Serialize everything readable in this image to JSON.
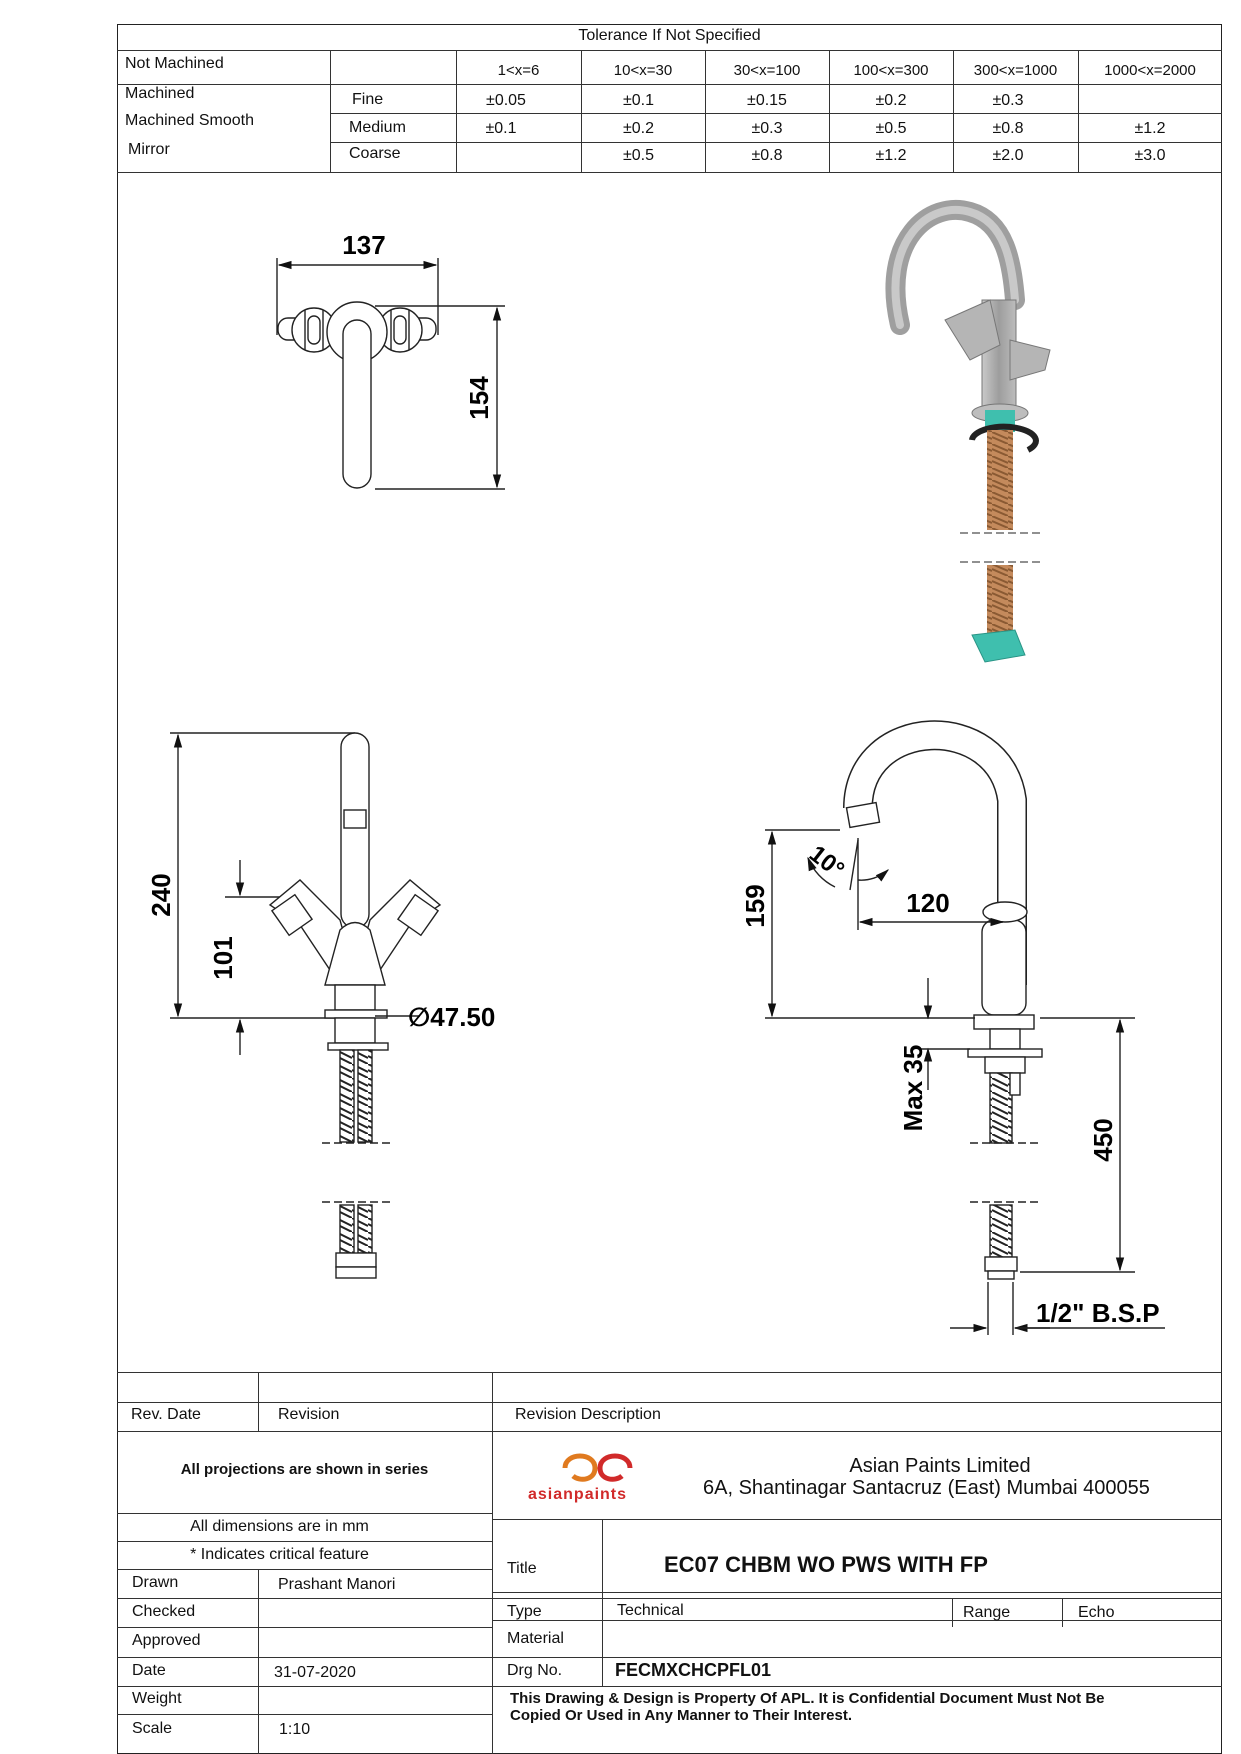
{
  "tolerance": {
    "title": "Tolerance If Not Specified",
    "row_labels": [
      "Not Machined",
      "Machined",
      "Machined Smooth",
      "Mirror"
    ],
    "grade_labels": [
      "Fine",
      "Medium",
      "Coarse"
    ],
    "ranges": [
      "1<x=6",
      "10<x=30",
      "30<x=100",
      "100<x=300",
      "300<x=1000",
      "1000<x=2000"
    ],
    "fine": [
      "±0.05",
      "±0.1",
      "±0.15",
      "±0.2",
      "±0.3",
      ""
    ],
    "medium": [
      "±0.1",
      "±0.2",
      "±0.3",
      "±0.5",
      "±0.8",
      "±1.2"
    ],
    "coarse": [
      "",
      "±0.5",
      "±0.8",
      "±1.2",
      "±2.0",
      "±3.0"
    ]
  },
  "dimensions": {
    "top_width": "137",
    "top_depth": "154",
    "front_height": "240",
    "front_handle": "101",
    "base_dia": "∅47.50",
    "side_height": "159",
    "side_reach": "120",
    "spout_angle": "10°",
    "max_thickness": "Max 35",
    "hose_length": "450",
    "thread": "1/2\" B.S.P"
  },
  "title_block": {
    "rev_date_label": "Rev. Date",
    "revision_label": "Revision",
    "revision_desc_label": "Revision Description",
    "projections_note": "All projections are shown in series",
    "dims_note": "All dimensions are in mm",
    "critical_note": "* Indicates critical feature",
    "company_name": "Asian Paints Limited",
    "company_address": "6A, Shantinagar Santacruz (East) Mumbai 400055",
    "logo_text": "asianpaints",
    "drawn_label": "Drawn",
    "drawn_value": "Prashant Manori",
    "checked_label": "Checked",
    "approved_label": "Approved",
    "date_label": "Date",
    "date_value": "31-07-2020",
    "weight_label": "Weight",
    "scale_label": "Scale",
    "scale_value": "1:10",
    "title_label": "Title",
    "title_value": "EC07 CHBM WO PWS WITH FP",
    "type_label": "Type",
    "type_value": "Technical",
    "range_label": "Range",
    "range_value": "Echo",
    "material_label": "Material",
    "drg_label": "Drg No.",
    "drg_value": "FECMXCHCPFL01",
    "confidential_line1": "This Drawing & Design is Property Of APL. It is Confidential Document Must Not Be",
    "confidential_line2": "Copied Or Used in Any Manner to Their Interest."
  },
  "colors": {
    "chrome": "#a9a9a9",
    "hose": "#b7825a",
    "connector": "#3fbfae",
    "logo_orange": "#e07a1f",
    "logo_red": "#d12a2a"
  }
}
